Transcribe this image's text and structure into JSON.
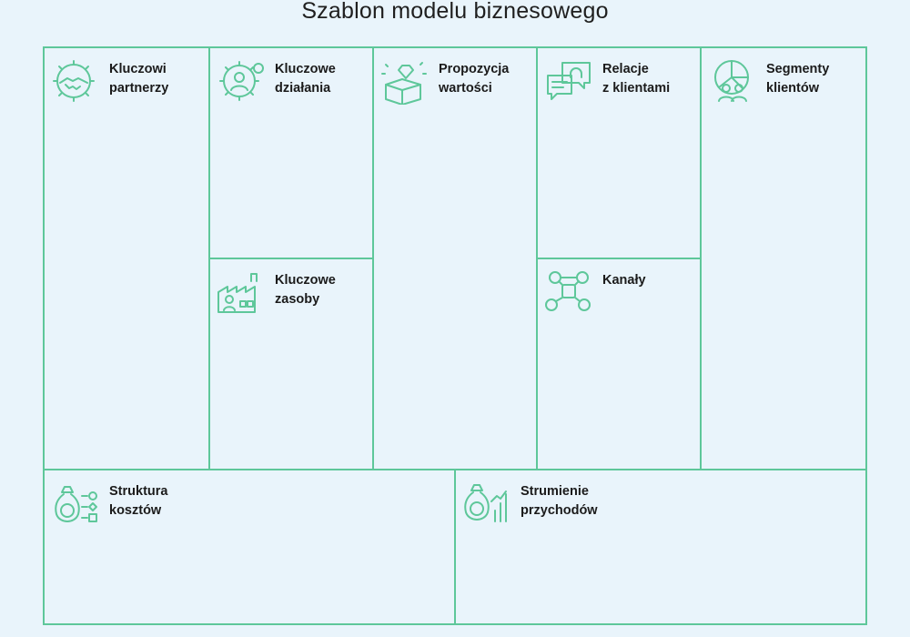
{
  "title": "Szablon modelu biznesowego",
  "accent_color": "#5ec79a",
  "blocks": {
    "key_partners": {
      "label": "Kluczowi\npartnerzy",
      "icon": "handshake-gear-icon"
    },
    "key_activities": {
      "label": "Kluczowe\ndziałania",
      "icon": "worker-gears-icon"
    },
    "key_resources": {
      "label": "Kluczowe\nzasoby",
      "icon": "factory-worker-icon"
    },
    "value_proposition": {
      "label": "Propozycja\nwartości",
      "icon": "gift-box-diamond-icon"
    },
    "customer_relationships": {
      "label": "Relacje\nz klientami",
      "icon": "chat-headset-icon"
    },
    "channels": {
      "label": "Kanały",
      "icon": "channels-network-icon"
    },
    "customer_segments": {
      "label": "Segmenty\nklientów",
      "icon": "pie-chart-people-icon"
    },
    "cost_structure": {
      "label": "Struktura\nkosztów",
      "icon": "money-bag-diagram-icon"
    },
    "revenue_streams": {
      "label": "Strumienie\nprzychodów",
      "icon": "money-bag-chart-icon"
    }
  }
}
